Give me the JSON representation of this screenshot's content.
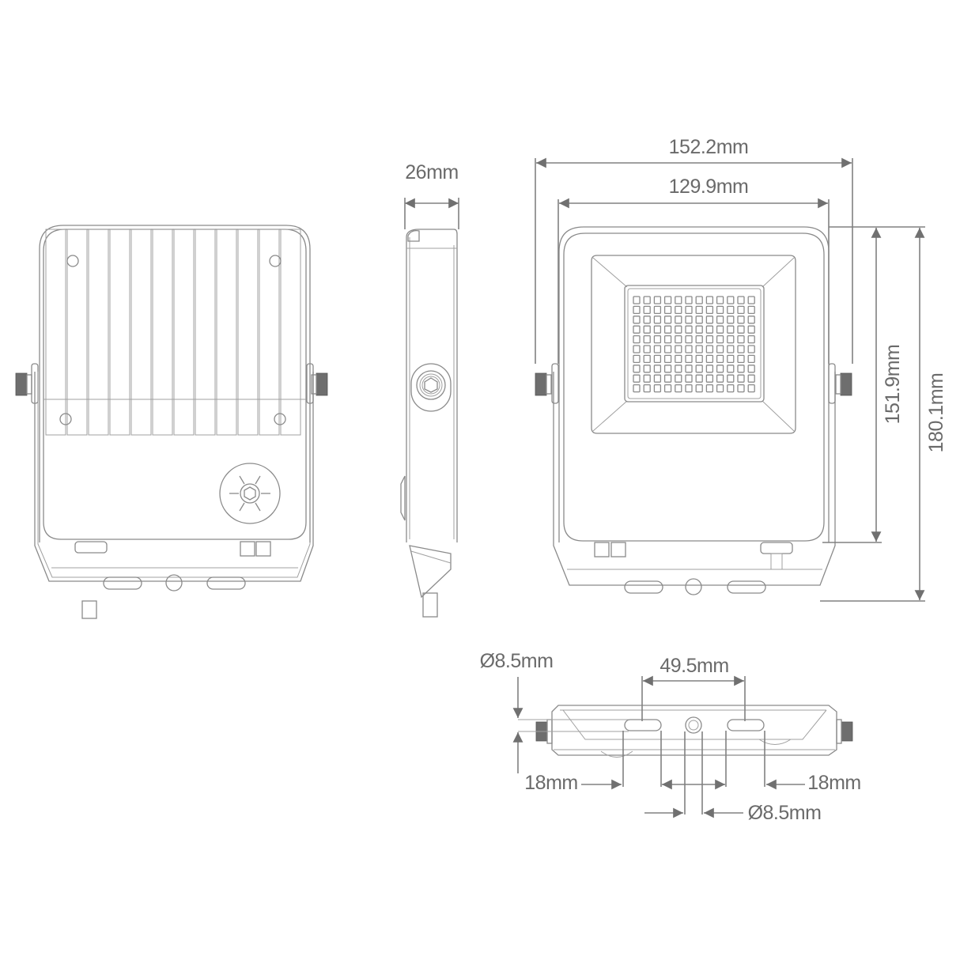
{
  "title": "LED Floodlight Dimensional Drawing",
  "views": {
    "rear": {
      "label": "rear-view",
      "fin_count": 12,
      "mounting_hole_count": 4
    },
    "side": {
      "label": "side-view",
      "dimension": "26mm"
    },
    "front": {
      "label": "front-view",
      "led_grid": {
        "columns": 12,
        "rows": 10
      }
    },
    "bottom": {
      "label": "bottom-view"
    }
  },
  "dimensions": {
    "overall_width": "152.2mm",
    "body_width": "129.9mm",
    "depth": "26mm",
    "body_height": "151.9mm",
    "overall_height": "180.1mm",
    "slot_spacing": "49.5mm",
    "slot_left": "18mm",
    "slot_right": "18mm",
    "slot_diameter": "Ø8.5mm",
    "hole_diameter": "Ø8.5mm"
  },
  "colors": {
    "line": "#8a8a8a",
    "text": "#6a6a6a",
    "connector": "#6e6e6e",
    "background": "#ffffff"
  }
}
